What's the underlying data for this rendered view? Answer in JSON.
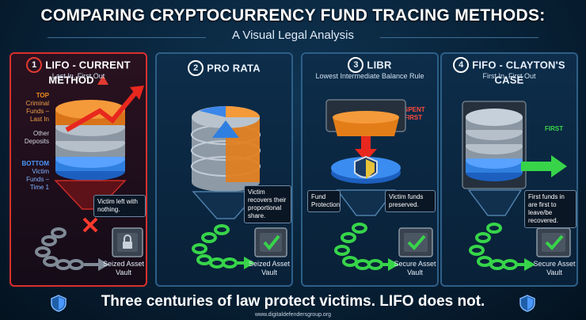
{
  "header": {
    "title": "COMPARING CRYPTOCURRENCY FUND TRACING METHODS:",
    "subtitle": "A Visual Legal Analysis"
  },
  "panels": [
    {
      "number": "1",
      "title": "LIFO - CURRENT METHOD",
      "subtitle": "Last In, First Out",
      "labels": {
        "top_head": "TOP",
        "top_body": "Criminal Funds – Last In",
        "middle": "Other Deposits",
        "bottom_head": "BOTTOM",
        "bottom_body": "Victim Funds – Time 1"
      },
      "note": "Victim left with nothing.",
      "vault_caption": "Seized Asset Vault"
    },
    {
      "number": "2",
      "title": "PRO RATA",
      "subtitle": "",
      "note": "Victim recovers their proportional share.",
      "vault_caption": "Seized Asset Vault"
    },
    {
      "number": "3",
      "title": "LIBR",
      "subtitle": "Lowest Intermediate Balance Rule",
      "labels": {
        "spent": "SPENT FIRST"
      },
      "note_left": "Fund Protection",
      "note": "Victim funds preserved.",
      "vault_caption": "Secure Asset Vault"
    },
    {
      "number": "4",
      "title": "FIFO - CLAYTON'S CASE",
      "subtitle": "First In, First Out",
      "labels": {
        "first": "FIRST"
      },
      "note": "First funds in are first to leave/be recovered.",
      "vault_caption": "Secure Asset Vault"
    }
  ],
  "footer": {
    "text": "Three centuries of law protect victims. LIFO does not.",
    "url": "www.digitaldefendersgroup.org"
  },
  "colors": {
    "background": "#082238",
    "lifo_border": "#d8302c",
    "panel_border": "#2d5f88",
    "orange": "#f08a1e",
    "blue": "#2f7fe0",
    "gray": "#9aa6b2",
    "green": "#37d44a",
    "red": "#e23a31"
  },
  "icons": [
    "shield-icon",
    "lock-icon",
    "check-icon",
    "warning-icon",
    "chain-icon",
    "arrow-icon",
    "x-icon",
    "coin-stack-icon",
    "funnel-icon",
    "vault-icon"
  ]
}
